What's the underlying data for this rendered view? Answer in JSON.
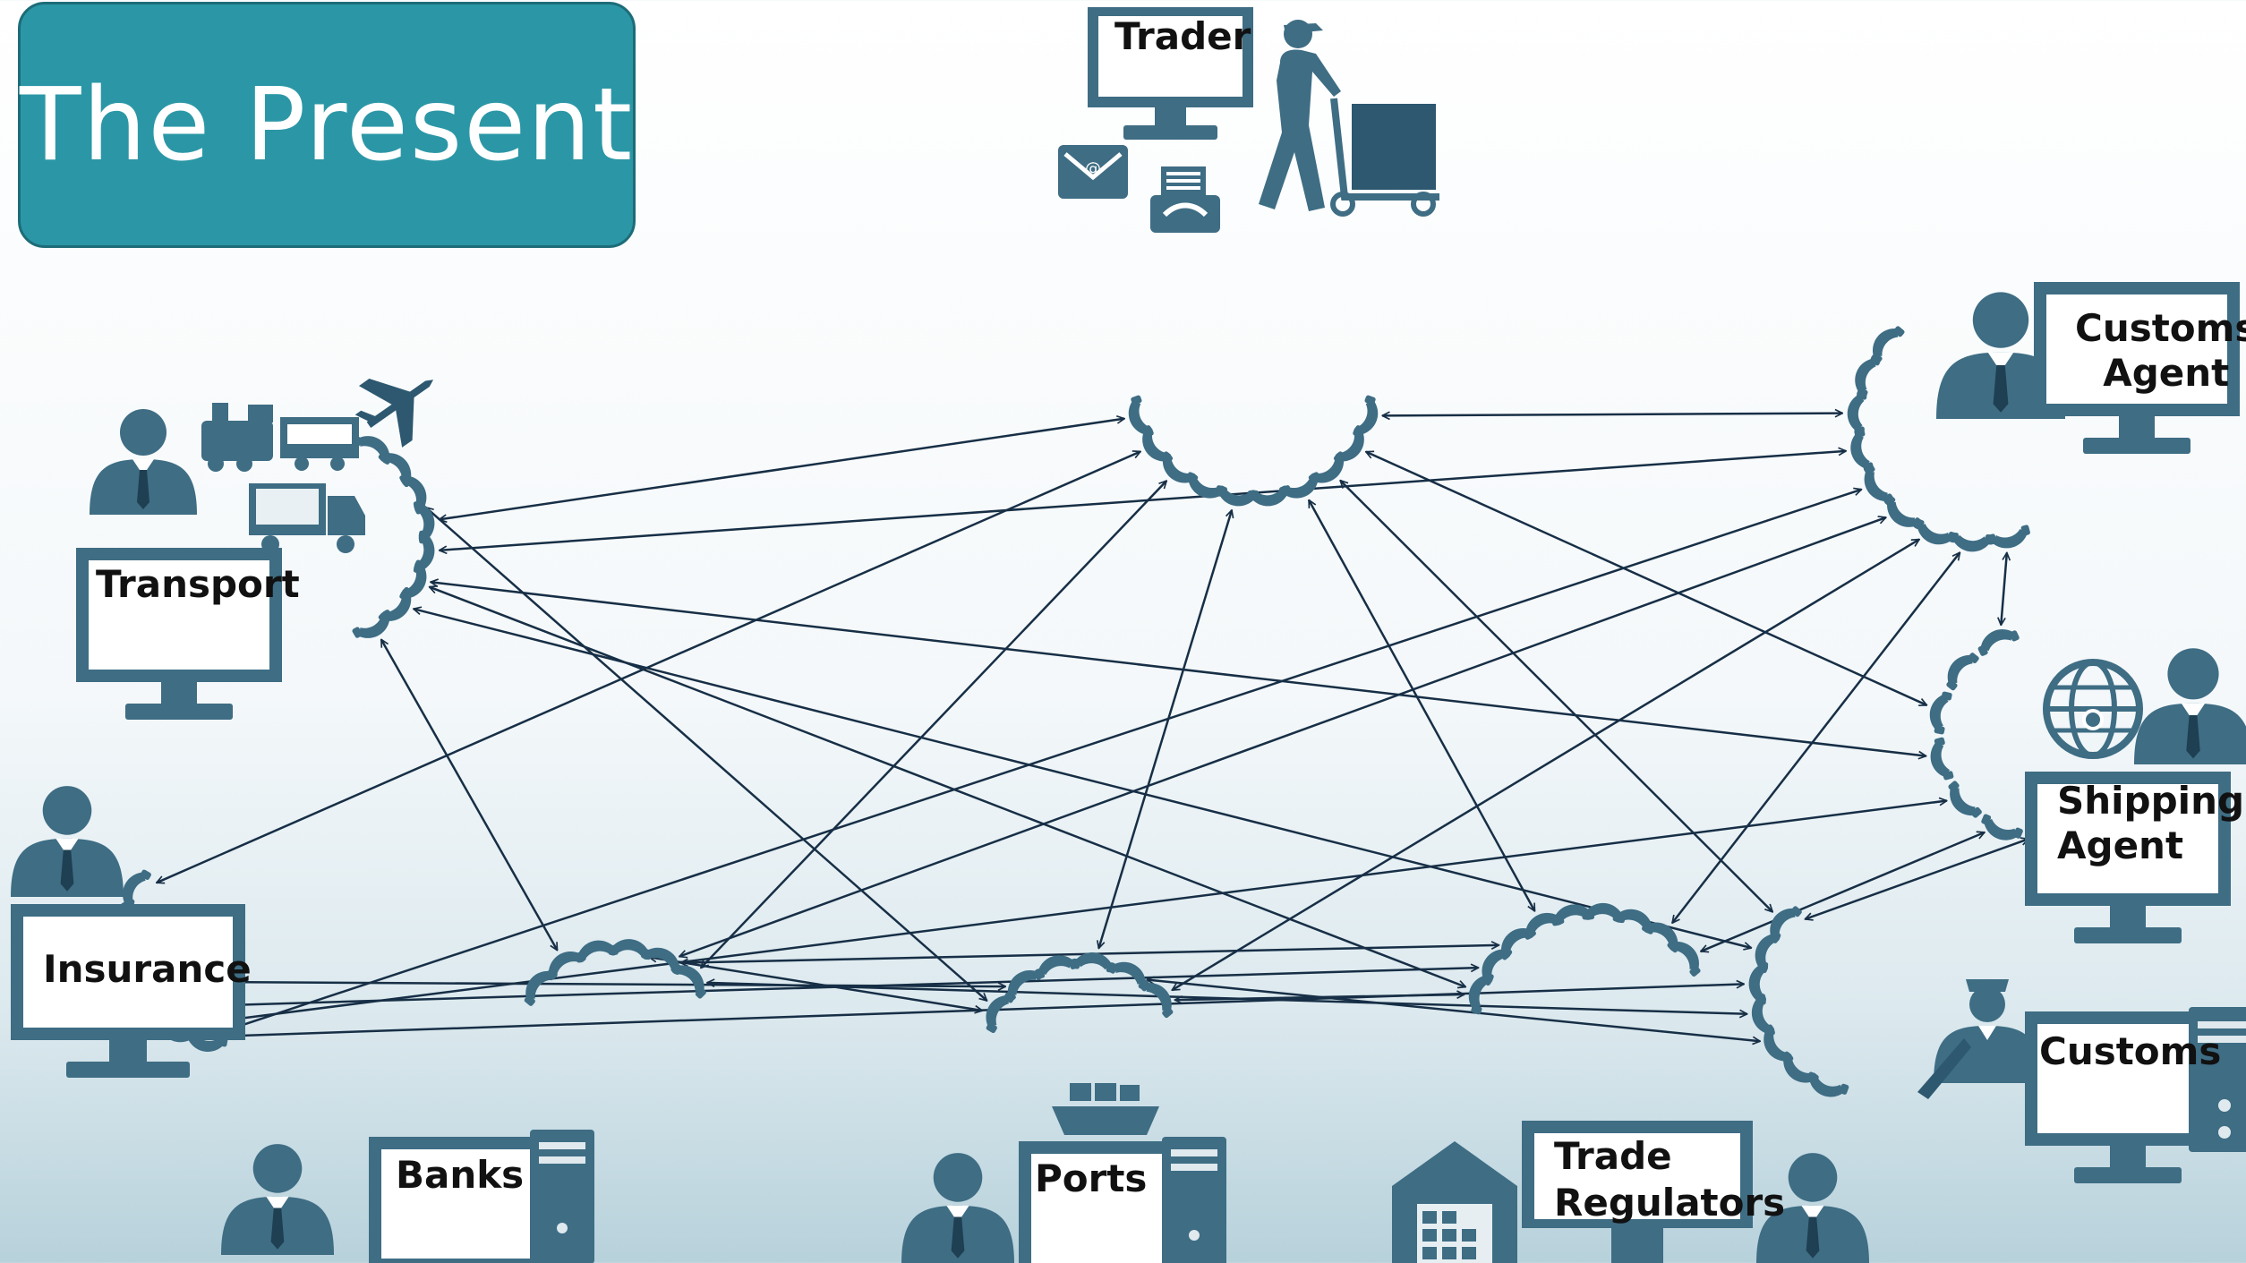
{
  "title": "The Present",
  "colors": {
    "title_bg": "#2b97a6",
    "icon": "#3e6d84",
    "icon_dark": "#2d5870",
    "arrow": "#172f46"
  },
  "nodes": [
    {
      "id": "trader",
      "label": "Trader",
      "icons": [
        "computer-monitor",
        "delivery-person",
        "box",
        "envelope",
        "fax"
      ]
    },
    {
      "id": "customs_agent",
      "label": "Customs\nAgent",
      "icons": [
        "businessman",
        "computer-monitor"
      ]
    },
    {
      "id": "transport",
      "label": "Transport",
      "icons": [
        "businessman",
        "train",
        "airplane",
        "truck",
        "computer-monitor"
      ]
    },
    {
      "id": "shipping_agent",
      "label": "Shipping\nAgent",
      "icons": [
        "globe",
        "businessman",
        "computer-monitor"
      ]
    },
    {
      "id": "insurance",
      "label": "Insurance",
      "icons": [
        "businessman",
        "computer-monitor"
      ]
    },
    {
      "id": "customs",
      "label": "Customs",
      "icons": [
        "customs-officer",
        "computer-monitor",
        "server-tower"
      ]
    },
    {
      "id": "banks",
      "label": "Banks",
      "icons": [
        "businessman",
        "computer-monitor",
        "server-tower"
      ]
    },
    {
      "id": "ports",
      "label": "Ports",
      "icons": [
        "businessman",
        "cargo-ship",
        "computer-monitor",
        "server-tower"
      ]
    },
    {
      "id": "trade_regulators",
      "label": "Trade\nRegulators",
      "icons": [
        "government-building",
        "computer-monitor",
        "businessman"
      ]
    }
  ],
  "connections": [
    [
      "trader",
      "customs_agent"
    ],
    [
      "trader",
      "transport"
    ],
    [
      "trader",
      "insurance"
    ],
    [
      "trader",
      "banks"
    ],
    [
      "trader",
      "ports"
    ],
    [
      "trader",
      "trade_regulators"
    ],
    [
      "trader",
      "customs"
    ],
    [
      "trader",
      "shipping_agent"
    ],
    [
      "customs_agent",
      "transport"
    ],
    [
      "customs_agent",
      "insurance"
    ],
    [
      "customs_agent",
      "banks"
    ],
    [
      "customs_agent",
      "ports"
    ],
    [
      "customs_agent",
      "trade_regulators"
    ],
    [
      "customs_agent",
      "shipping_agent"
    ],
    [
      "transport",
      "shipping_agent"
    ],
    [
      "transport",
      "customs"
    ],
    [
      "transport",
      "banks"
    ],
    [
      "transport",
      "ports"
    ],
    [
      "transport",
      "trade_regulators"
    ],
    [
      "insurance",
      "shipping_agent"
    ],
    [
      "insurance",
      "customs"
    ],
    [
      "insurance",
      "trade_regulators"
    ],
    [
      "insurance",
      "ports"
    ],
    [
      "shipping_agent",
      "trade_regulators"
    ],
    [
      "shipping_agent",
      "customs"
    ],
    [
      "customs",
      "banks"
    ],
    [
      "customs",
      "ports"
    ],
    [
      "banks",
      "ports"
    ],
    [
      "banks",
      "trade_regulators"
    ],
    [
      "ports",
      "trade_regulators"
    ]
  ]
}
